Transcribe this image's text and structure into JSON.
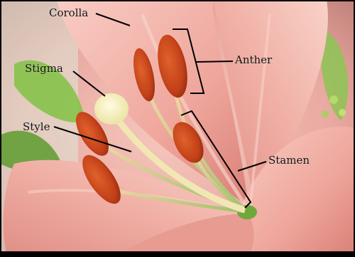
{
  "labels": {
    "corolla": "Corolla",
    "anther": "Anther",
    "stigma": "Stigma",
    "style": "Style",
    "stamen": "Stamen"
  },
  "colors": {
    "petal": "#f2a9a2",
    "petal_dark": "#d98a83",
    "anther": "#c9461c",
    "stigma": "#f4f0c2",
    "leaf": "#7cbd3c",
    "callout": "#000000",
    "border": "#000000"
  }
}
